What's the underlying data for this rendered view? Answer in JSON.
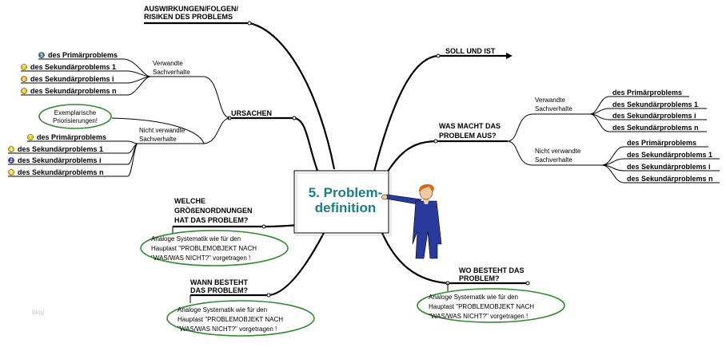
{
  "center": {
    "line1": "5. Problem-",
    "line2": "definition"
  },
  "watermark": "blog",
  "branches": {
    "auswirkungen": {
      "line1": "AUSWIRKUNGEN/FOLGEN/",
      "line2": "RISIKEN DES PROBLEMS"
    },
    "soll_ist": {
      "label": "SOLL UND IST"
    },
    "ursachen": {
      "label": "URSACHEN",
      "verwandte": {
        "line1": "Verwandte",
        "line2": "Sachverhalte",
        "items": [
          "des Primärproblems",
          "des Sekundärproblems 1",
          "des Sekundärproblems i",
          "des Sekundärproblems n"
        ],
        "badges": [
          "5",
          "7",
          "8",
          "6"
        ]
      },
      "note": {
        "line1": "Exemplarische",
        "line2": "Priorisierungen!"
      },
      "nicht_verwandte": {
        "line1": "Nicht verwandte",
        "line2": "Sachverhalte",
        "items": [
          "des Primärproblems",
          "des Sekundärproblems 1",
          "des Sekundärproblems i",
          "des Sekundärproblems n"
        ],
        "badges": [
          "7",
          "4",
          "2",
          "9"
        ]
      }
    },
    "was_macht": {
      "line1": "WAS MACHT DAS",
      "line2": "PROBLEM AUS?",
      "verwandte": {
        "line1": "Verwandte",
        "line2": "Sachverhalte",
        "items": [
          "des Primärproblems",
          "des Sekundärproblems 1",
          "des Sekundärproblems i",
          "des Sekundärproblems n"
        ]
      },
      "nicht_verwandte": {
        "line1": "Nicht verwandte",
        "line2": "Sachverhalte",
        "items": [
          "des Primärproblems",
          "des Sekundärproblems 1",
          "des Sekundärproblems i",
          "des Sekundärproblems n"
        ]
      }
    },
    "groessen": {
      "line1": "WELCHE",
      "line2": "GRÖßENORDNUNGEN",
      "line3": "HAT DAS PROBLEM?",
      "note": {
        "line1": "Analoge Systematik wie für den",
        "line2": "Hauptast \"PROBLEMOBJEKT NACH",
        "line3": "\"WAS/WAS NICHT?\" vorgetragen !"
      }
    },
    "wann": {
      "line1": "WANN BESTEHT",
      "line2": "DAS PROBLEM?",
      "note": {
        "line1": "Analoge Systematik wie für den",
        "line2": "Hauptast \"PROBLEMOBJEKT NACH",
        "line3": "\"WAS/WAS NICHT?\" vorgetragen !"
      }
    },
    "wo": {
      "line1": "WO BESTEHT DAS",
      "line2": "PROBLEM?",
      "note": {
        "line1": "Analoge Systematik wie für den",
        "line2": "Hauptast \"PROBLEMOBJEKT NACH",
        "line3": "\"WAS/WAS NICHT?\" vorgetragen !"
      }
    }
  },
  "colors": {
    "center_title": "#1a7e85",
    "note_border": "#2e8b2e",
    "line": "#000000"
  },
  "badge_colors": {
    "2": "#1f3fbf",
    "4": "#e6c400",
    "5": "#1e6fa8",
    "6": "#e6b800",
    "7": "#e6c400",
    "8": "#f29a00",
    "9": "#e6c400"
  }
}
